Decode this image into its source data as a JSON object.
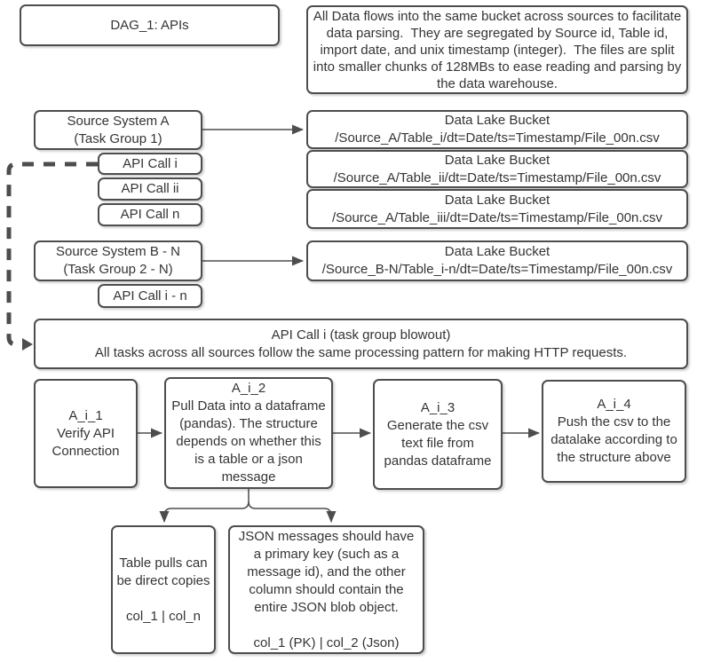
{
  "diagram": {
    "dag_title": "DAG_1: APIs",
    "top_note": "All Data flows into the same bucket across sources to facilitate data parsing.  They are segregated by Source id, Table id, import date, and unix timestamp (integer).  The files are split into smaller chunks of 128MBs to ease reading and parsing by the data warehouse.",
    "source_a": {
      "line1": "Source System A",
      "line2": "(Task Group 1)"
    },
    "source_a_calls": [
      "API Call i",
      "API Call ii",
      "API Call n"
    ],
    "buckets_a": [
      {
        "title": "Data Lake Bucket",
        "path": "/Source_A/Table_i/dt=Date/ts=Timestamp/File_00n.csv"
      },
      {
        "title": "Data Lake Bucket",
        "path": "/Source_A/Table_ii/dt=Date/ts=Timestamp/File_00n.csv"
      },
      {
        "title": "Data Lake Bucket",
        "path": "/Source_A/Table_iii/dt=Date/ts=Timestamp/File_00n.csv"
      }
    ],
    "source_bn": {
      "line1": "Source System B - N",
      "line2": "(Task Group 2 - N)"
    },
    "source_bn_call": "API Call i - n",
    "bucket_bn": {
      "title": "Data Lake Bucket",
      "path": "/Source_B-N/Table_i-n/dt=Date/ts=Timestamp/File_00n.csv"
    },
    "blowout": {
      "line1": "API Call i (task group blowout)",
      "line2": "All tasks across all sources follow the same processing pattern for making HTTP requests."
    },
    "tasks": [
      {
        "title": "A_i_1",
        "body": "Verify API Connection"
      },
      {
        "title": "A_i_2",
        "body": "Pull Data into a dataframe (pandas). The structure depends on whether this is a table or a json message"
      },
      {
        "title": "A_i_3",
        "body": "Generate the csv text file from pandas dataframe"
      },
      {
        "title": "A_i_4",
        "body": "Push the csv to the datalake according to the structure above"
      }
    ],
    "table_note": {
      "body": "Table pulls can be direct copies",
      "schema": "col_1 | col_n"
    },
    "json_note": {
      "body": "JSON messages should have a primary key (such as a message id), and the other column should contain the entire JSON blob object.",
      "schema": "col_1 (PK) | col_2 (Json)"
    },
    "colors": {
      "border": "#4d4d4d",
      "text": "#343434",
      "background": "#ffffff"
    }
  }
}
